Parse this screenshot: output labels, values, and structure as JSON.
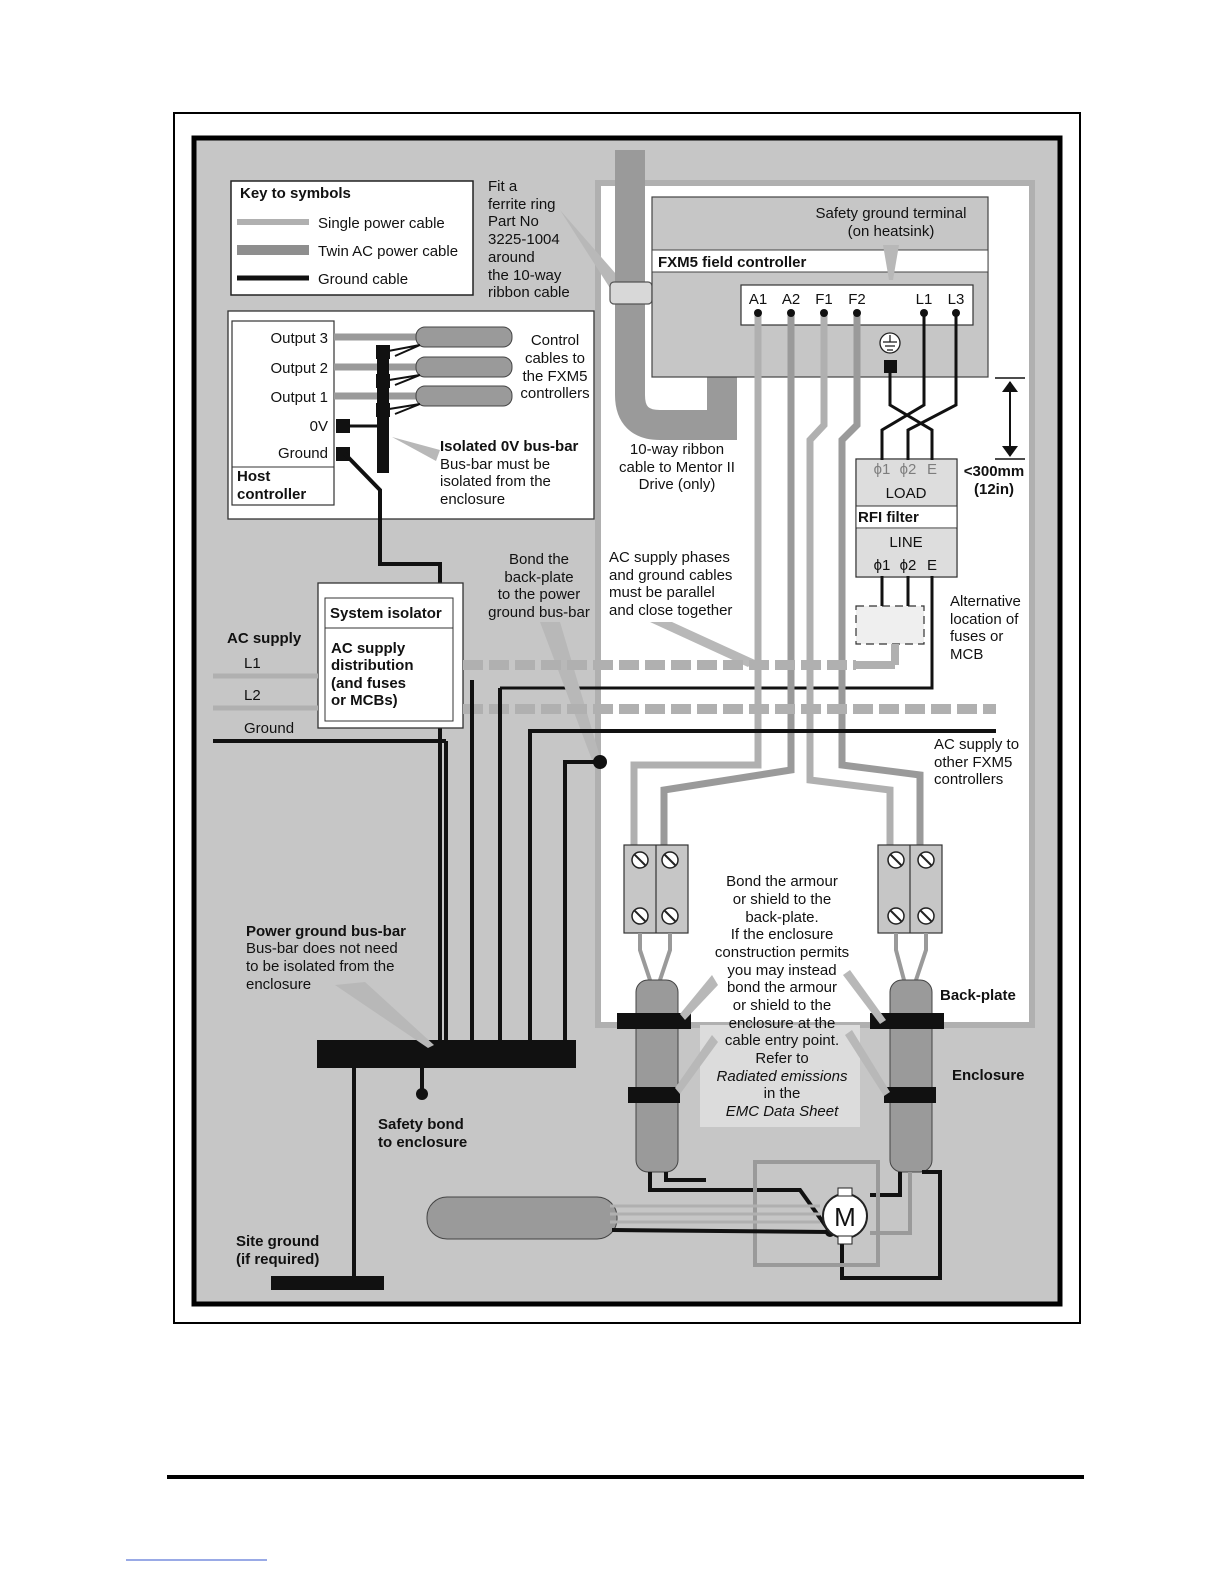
{
  "key": {
    "title": "Key to symbols",
    "single_power_cable": "Single power cable",
    "twin_ac_power_cable": "Twin AC power cable",
    "ground_cable": "Ground cable"
  },
  "ferrite_note": [
    "Fit a",
    "ferrite ring",
    "Part No",
    "3225-1004",
    "around",
    "the 10-way",
    "ribbon cable"
  ],
  "controller": {
    "safety_ground_terminal": [
      "Safety ground terminal",
      "(on heatsink)"
    ],
    "title": "FXM5 field controller",
    "terminals": [
      "A1",
      "A2",
      "F1",
      "F2",
      "L1",
      "L3"
    ]
  },
  "host": {
    "outputs": [
      "Output 3",
      "Output 2",
      "Output 1",
      "0V",
      "Ground"
    ],
    "title": [
      "Host",
      "controller"
    ],
    "control_cables": [
      "Control",
      "cables to",
      "the FXM5",
      "controllers"
    ],
    "busbar_title": "Isolated 0V bus-bar",
    "busbar_note": [
      "Bus-bar must be",
      "isolated from the",
      "enclosure"
    ]
  },
  "ribbon_note": [
    "10-way ribbon",
    "cable to Mentor II",
    "Drive (only)"
  ],
  "distance": [
    "<300mm",
    "(12in)"
  ],
  "rfi": {
    "load_terminals": [
      "ϕ1",
      "ϕ2",
      "E"
    ],
    "load": "LOAD",
    "title": "RFI filter",
    "line": "LINE",
    "line_terminals": [
      "ϕ1",
      "ϕ2",
      "E"
    ]
  },
  "alt_fuses": [
    "Alternative",
    "location of",
    "fuses or",
    "MCB"
  ],
  "bond_backplate": [
    "Bond the",
    "back-plate",
    "to the power",
    "ground bus-bar"
  ],
  "ac_phases_note": [
    "AC supply phases",
    "and ground cables",
    "must be parallel",
    "and close together"
  ],
  "isolator": {
    "title": "System isolator",
    "dist": [
      "AC supply",
      "distribution",
      "(and fuses",
      "or MCBs)"
    ]
  },
  "ac_supply": {
    "title": "AC supply",
    "l1": "L1",
    "l2": "L2",
    "ground": "Ground"
  },
  "ac_other": [
    "AC supply to",
    "other FXM5",
    "controllers"
  ],
  "armour_note": [
    "Bond the armour",
    "or shield to the",
    "back-plate.",
    "If the enclosure",
    "construction permits",
    "you may instead",
    "bond the armour",
    "or shield to the",
    "enclosure at the",
    "cable entry point.",
    "Refer to",
    "Radiated emissions",
    "in the",
    "EMC Data Sheet"
  ],
  "back_plate": "Back-plate",
  "enclosure": "Enclosure",
  "power_ground": {
    "title": "Power ground bus-bar",
    "note": [
      "Bus-bar does not need",
      "to be isolated from the",
      "enclosure"
    ]
  },
  "safety_bond": [
    "Safety bond",
    "to enclosure"
  ],
  "site_ground": [
    "Site ground",
    "(if required)"
  ],
  "motor": "M",
  "colors": {
    "enclosure_grey": "#c6c6c6",
    "backplate": "#ffffff",
    "cable_light": "#b0b0b0",
    "cable_dark": "#8e8e8e",
    "ground": "#111111"
  }
}
